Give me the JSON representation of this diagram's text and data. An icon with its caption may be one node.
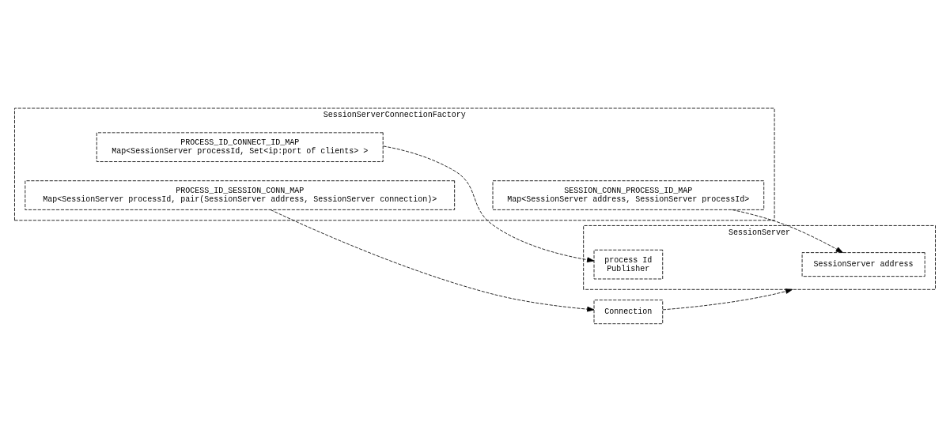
{
  "diagram": {
    "nodes": [
      {
        "text": [
          "SessionServerConnectionFactory"
        ]
      },
      {
        "text": [
          "SESSION_CONN_PROCESS_ID_MAP",
          "Map<SessionServer address, SessionServer processId>"
        ],
        "in": 0
      },
      {
        "text": [
          "PROCESS_ID_CONNECT_ID_MAP",
          "Map<SessionServer processId, Set<ip:port of clients> >"
        ],
        "in": 0
      },
      {
        "text": [
          "PROCESS_ID_SESSION_CONN_MAP",
          "Map<SessionServer processId, pair(SessionServer address, SessionServer connection)>"
        ],
        "in": 0
      },
      {
        "text": [
          "SessionServer"
        ]
      },
      {
        "text": [
          "SessionServer address"
        ],
        "in": 4
      },
      {
        "text": [
          "process Id",
          "Publisher"
        ],
        "in": 4
      },
      {
        "text": [
          "Connection"
        ]
      }
    ],
    "edges": [
      {
        "from": 1,
        "to": 5,
        "arrow": "to"
      },
      {
        "from": 2,
        "to": 6,
        "arrow": "to"
      },
      {
        "from": 3,
        "to": 7,
        "arrow": "to"
      },
      {
        "from": 7,
        "to": 4,
        "arrow": "to"
      }
    ]
  }
}
